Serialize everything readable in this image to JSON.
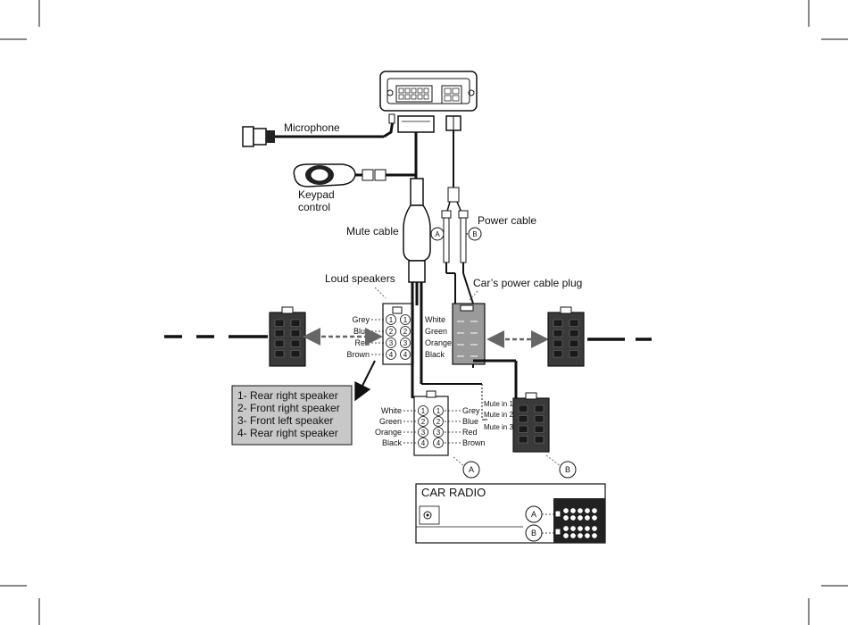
{
  "labels": {
    "microphone": "Microphone",
    "keypad_line1": "Keypad",
    "keypad_line2": "control",
    "mute_cable": "Mute cable",
    "power_cable": "Power cable",
    "loud_speakers": "Loud speakers",
    "car_power_plug": "Car’s power cable plug",
    "car_radio": "CAR RADIO"
  },
  "markers": {
    "a": "A",
    "b": "B"
  },
  "pin_numbers": [
    "1",
    "2",
    "3",
    "4"
  ],
  "upper_left_colors": [
    "Grey",
    "Blue",
    "Red",
    "Brown"
  ],
  "upper_right_colors": [
    "White",
    "Green",
    "Orange",
    "Black"
  ],
  "lower_left_colors": [
    "White",
    "Green",
    "Orange",
    "Black"
  ],
  "lower_right_colors": [
    "Grey",
    "Blue",
    "Red",
    "Brown"
  ],
  "mute_inputs": [
    "Mute in 1",
    "Mute in 2",
    "Mute in 3"
  ],
  "legend_items": [
    "1- Rear right speaker",
    "2- Front right speaker",
    "3- Front left speaker",
    "4- Rear right speaker"
  ],
  "colors": {
    "ink": "#111111",
    "connector_fill": "#3a3a3a",
    "plug_fill": "#9a9a9a",
    "legend_fill": "#c8c8c8"
  }
}
